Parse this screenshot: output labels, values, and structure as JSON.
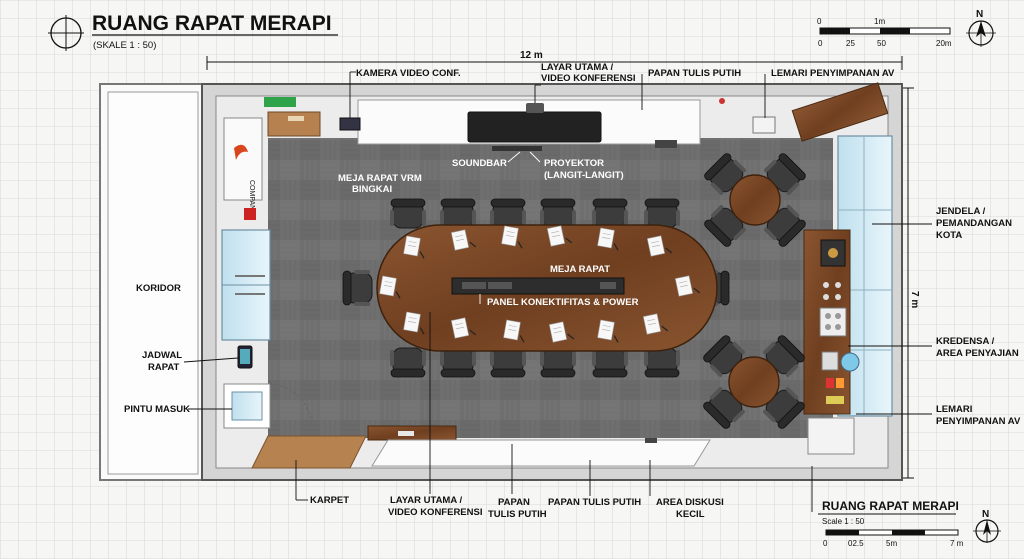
{
  "title": "RUANG RAPAT MERAPI",
  "scale": "(SKALE 1 : 50)",
  "dimensions": {
    "width": "12 m",
    "depth": "7 m"
  },
  "top_scale_bar": {
    "unit_label": "1m",
    "ticks": [
      "0",
      "25",
      "50",
      "20m"
    ]
  },
  "north": "N",
  "labels": {
    "kamera": "KAMERA VIDEO CONF.",
    "layar_top_1": "LAYAR UTAMA /",
    "layar_top_2": "VIDEO KONFERENSI",
    "papan_top": "PAPAN TULIS PUTIH",
    "lemari_top": "LEMARI PENYIMPANAN AV",
    "soundbar": "SOUNDBAR",
    "proyektor_1": "PROYEKTOR",
    "proyektor_2": "(LANGIT-LANGIT)",
    "meja_vrm_1": "MEJA RAPAT VRM",
    "meja_vrm_2": "BINGKAI",
    "meja_rapat": "MEJA RAPAT",
    "panel": "PANEL KONEKTIFITAS & POWER",
    "koridor": "KORIDOR",
    "jadwal_1": "JADWAL",
    "jadwal_2": "RAPAT",
    "pintu": "PINTU MASUK",
    "karpet": "KARPET",
    "layar_bot_1": "LAYAR UTAMA /",
    "layar_bot_2": "VIDEO KONFERENSI",
    "papan_bot_1": "PAPAN",
    "papan_bot_2": "TULIS PUTIH",
    "papan_bot_3": "PAPAN TULIS PUTIH",
    "area_diskusi_1": "AREA DISKUSI",
    "area_diskusi_2": "KECIL",
    "jendela_1": "JENDELA /",
    "jendela_2": "PEMANDANGAN",
    "jendela_3": "KOTA",
    "kredensa_1": "KREDENSA /",
    "kredensa_2": "AREA PENYAJIAN",
    "lemari_right_1": "LEMARI",
    "lemari_right_2": "PENYIMPANAN AV",
    "company": "COMPANY"
  },
  "stamp": {
    "title": "RUANG RAPAT MERAPI",
    "scale": "Scale 1 : 50",
    "ticks": [
      "0",
      "02.5",
      "5m",
      "7 m"
    ]
  },
  "colors": {
    "grid": "#c9c9c9",
    "wall": "#d9d9d9",
    "carpet": "#6d6d6d",
    "table": "#7a4a28",
    "chair": "#3e3e3e",
    "wood": "#8a5630"
  }
}
